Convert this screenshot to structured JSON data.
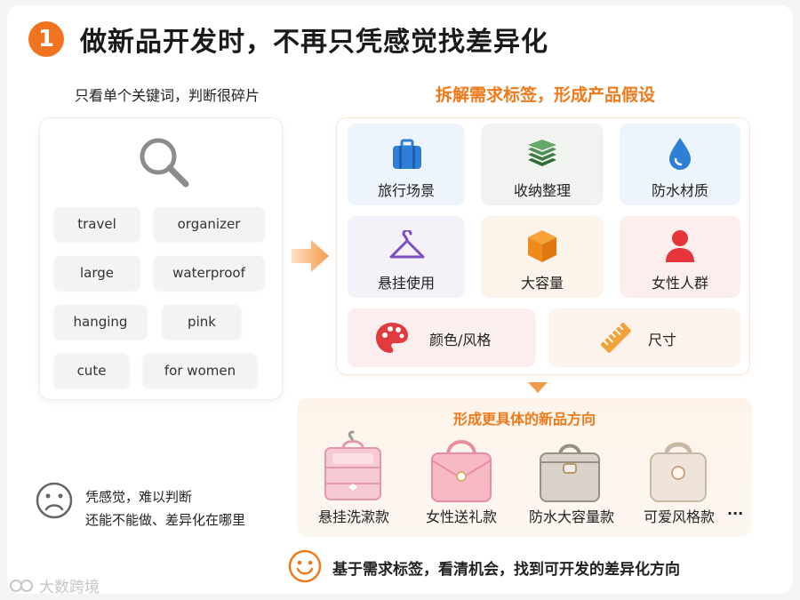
{
  "header": {
    "number": "1",
    "title": "做新品开发时，不再只凭感觉找差异化"
  },
  "left": {
    "subtitle": "只看单个关键词，判断很碎片",
    "keywords": [
      "travel",
      "organizer",
      "large",
      "waterproof",
      "hanging",
      "pink",
      "cute",
      "for women"
    ]
  },
  "right": {
    "subtitle": "拆解需求标签，形成产品假设",
    "tags": [
      {
        "label": "旅行场景",
        "icon": "suitcase-icon"
      },
      {
        "label": "收纳整理",
        "icon": "layers-icon"
      },
      {
        "label": "防水材质",
        "icon": "water-drop-icon"
      },
      {
        "label": "悬挂使用",
        "icon": "hanger-icon"
      },
      {
        "label": "大容量",
        "icon": "box-icon"
      },
      {
        "label": "女性人群",
        "icon": "person-icon"
      },
      {
        "label": "颜色/风格",
        "icon": "palette-icon"
      },
      {
        "label": "尺寸",
        "icon": "ruler-icon"
      }
    ]
  },
  "result": {
    "title": "形成更具体的新品方向",
    "products": [
      "悬挂洗漱款",
      "女性送礼款",
      "防水大容量款",
      "可爱风格款"
    ],
    "more": "···"
  },
  "pain": {
    "line1": "凭感觉，难以判断",
    "line2": "还能不能做、差异化在哪里"
  },
  "conclusion": "基于需求标签，看清机会，找到可开发的差异化方向",
  "watermark": "大数跨境",
  "colors": {
    "accent": "#f07a1a",
    "badge": "#f2731f"
  }
}
